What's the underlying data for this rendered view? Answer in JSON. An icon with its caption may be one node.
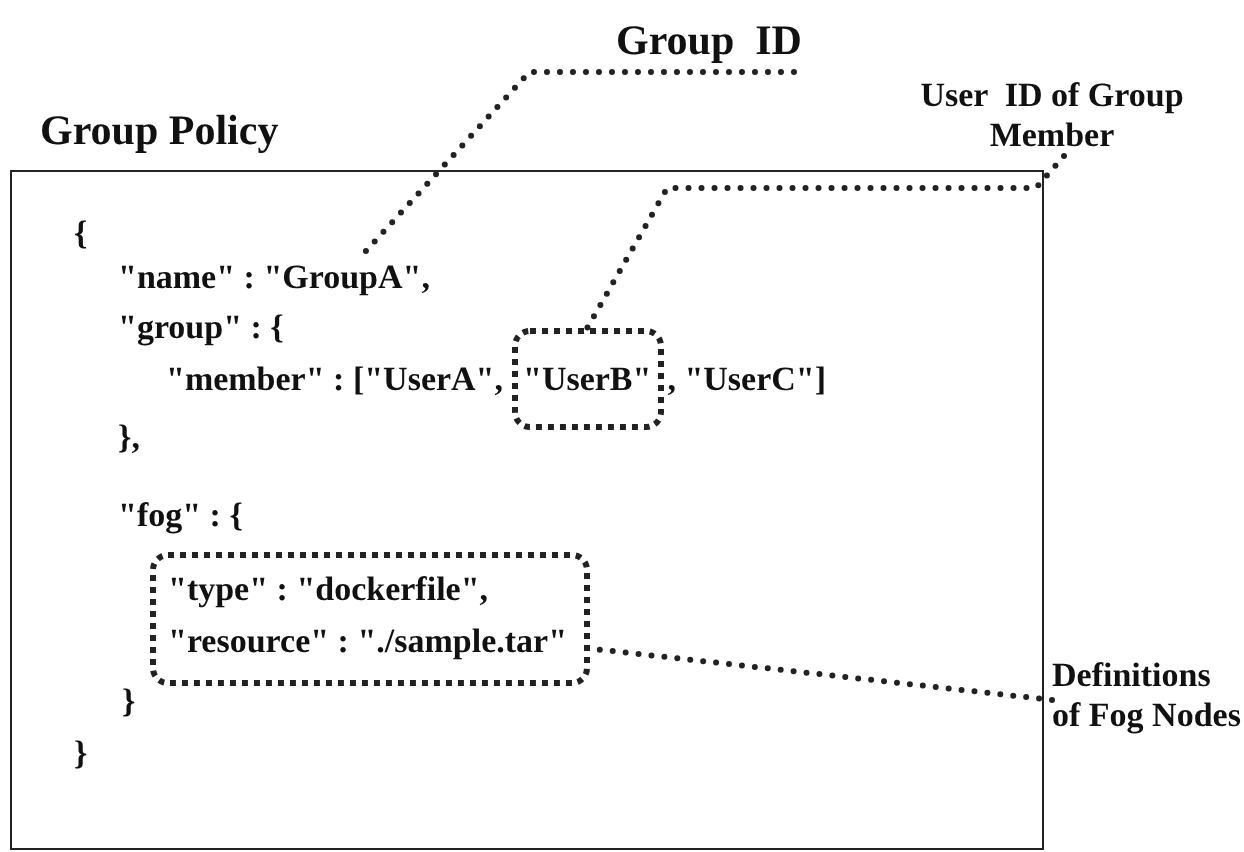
{
  "diagram": {
    "nodes": [
      {
        "text": [
          "Group Policy"
        ]
      },
      {
        "text": [
          "Group  ID"
        ]
      },
      {
        "text": [
          "\"name\" : \"GroupA\","
        ],
        "in": 0
      },
      {
        "text": [
          "\"UserB\""
        ],
        "in": 0
      },
      {
        "text": [
          "User  ID of Group Member"
        ]
      },
      {
        "text": [
          "\"type\" : \"dockerfile\",",
          "\"resource\" : \"./sample.tar\""
        ],
        "in": 0
      },
      {
        "text": [
          "Definitions of Fog Nodes"
        ]
      }
    ],
    "edges": [
      {
        "from": 1,
        "to": 2,
        "arrow": "none",
        "style": "dashed"
      },
      {
        "from": 4,
        "to": 3,
        "arrow": "none",
        "style": "dashed"
      },
      {
        "from": 6,
        "to": 5,
        "arrow": "none",
        "style": "dashed"
      }
    ],
    "labels": [
      "{",
      "\"group\" : {",
      "\"member\" : [\"UserA\",",
      ", \"UserC\"]",
      "},",
      "\"fog\" : {",
      "}",
      "}"
    ]
  }
}
